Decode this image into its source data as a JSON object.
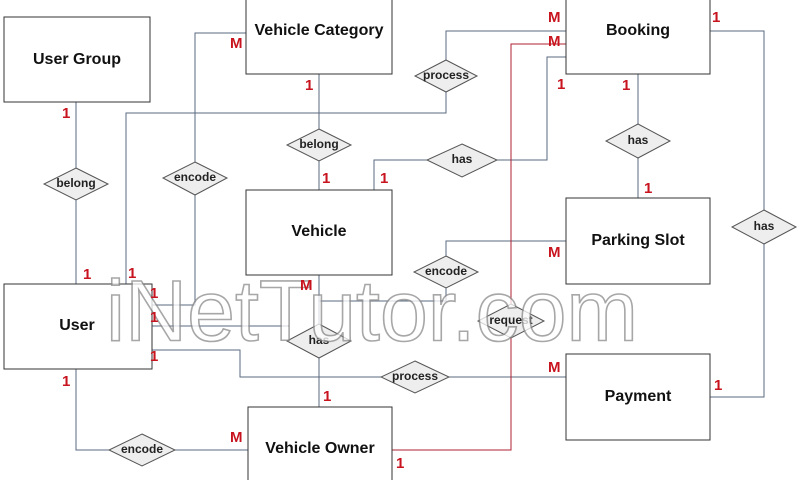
{
  "entities": {
    "user_group": "User Group",
    "vehicle_category": "Vehicle Category",
    "booking": "Booking",
    "vehicle": "Vehicle",
    "parking_slot": "Parking Slot",
    "user": "User",
    "payment": "Payment",
    "vehicle_owner": "Vehicle Owner"
  },
  "relationships": {
    "belong_user": "belong",
    "encode_category": "encode",
    "process_booking": "process",
    "belong_vehicle": "belong",
    "has_vehicle_booking": "has",
    "has_booking_slot": "has",
    "has_booking_payment": "has",
    "encode_slot": "encode",
    "request": "request",
    "has_user_vehicle": "has",
    "process_payment": "process",
    "encode_owner": "encode"
  },
  "cardinalities": {
    "one": "1",
    "many": "M"
  },
  "watermark": "iNetTutor.com",
  "colors": {
    "cardinality": "#c8141e",
    "connector": "#5a6a82",
    "request_connector": "#b02030",
    "relationship_fill": "#eeeeee"
  }
}
